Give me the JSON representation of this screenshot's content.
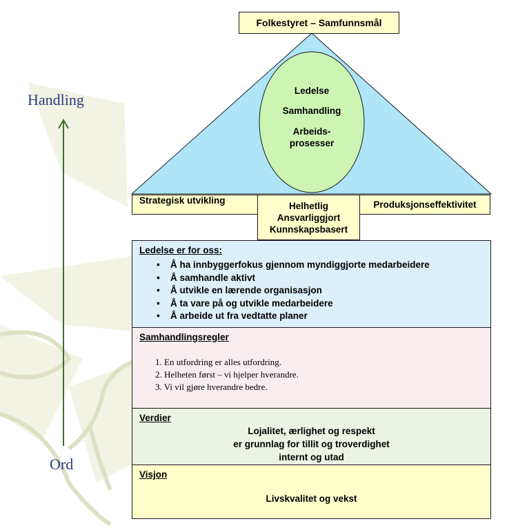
{
  "title": "Folkestyret – Samfunnsmål",
  "ellipse_lines": [
    "Ledelse",
    "Samhandling",
    "Arbeids-",
    "prosesser"
  ],
  "base_labels": {
    "left": "Strategisk utvikling",
    "center": [
      "Helhetlig",
      "Ansvarliggjort",
      "Kunnskapsbasert"
    ],
    "right": "Produksjonseffektivitet"
  },
  "side_axis": {
    "top": "Handling",
    "bottom": "Ord"
  },
  "sections": {
    "ledelse": {
      "title": "Ledelse er for oss:",
      "items": [
        "Å ha innbyggerfokus gjennom myndiggjorte medarbeidere",
        "Å samhandle aktivt",
        "Å utvikle en lærende organisasjon",
        "Å ta vare på og utvikle medarbeidere",
        "Å arbeide ut fra vedtatte planer"
      ]
    },
    "samhandling": {
      "title": "Samhandlingsregler",
      "items": [
        "1. En utfordring er alles utfordring.",
        "2. Helheten først – vi hjelper hverandre.",
        "3. Vi vil gjøre hverandre bedre."
      ]
    },
    "verdier": {
      "title": "Verdier",
      "lines": [
        "Lojalitet, ærlighet og respekt",
        "er grunnlag for tillit og troverdighet",
        "internt og utad"
      ]
    },
    "visjon": {
      "title": "Visjon",
      "text": "Livskvalitet og vekst"
    }
  },
  "colors": {
    "triangle": "#aee5f8",
    "ellipse": "#ccf5b4",
    "label_bg": "#ffffcc",
    "arrow": "#3c6e2e",
    "side_text": "#2e3d7a"
  }
}
